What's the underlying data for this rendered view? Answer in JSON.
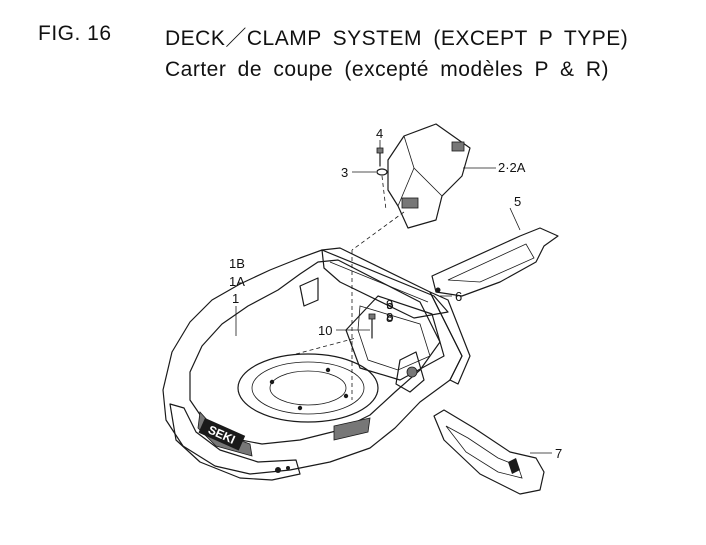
{
  "header": {
    "figure_number": "FIG. 16",
    "title_en": "DECK／CLAMP SYSTEM (EXCEPT P TYPE)",
    "title_fr": "Carter de coupe (excepté modèles P & R)"
  },
  "parts": {
    "p1": "1",
    "p1a": "1A",
    "p1b": "1B",
    "p2": "2·2A",
    "p3": "3",
    "p4": "4",
    "p5": "5",
    "p6": "6",
    "p7": "7",
    "p8": "8",
    "p9": "9",
    "p10": "10"
  },
  "logo_text": "SEKI"
}
